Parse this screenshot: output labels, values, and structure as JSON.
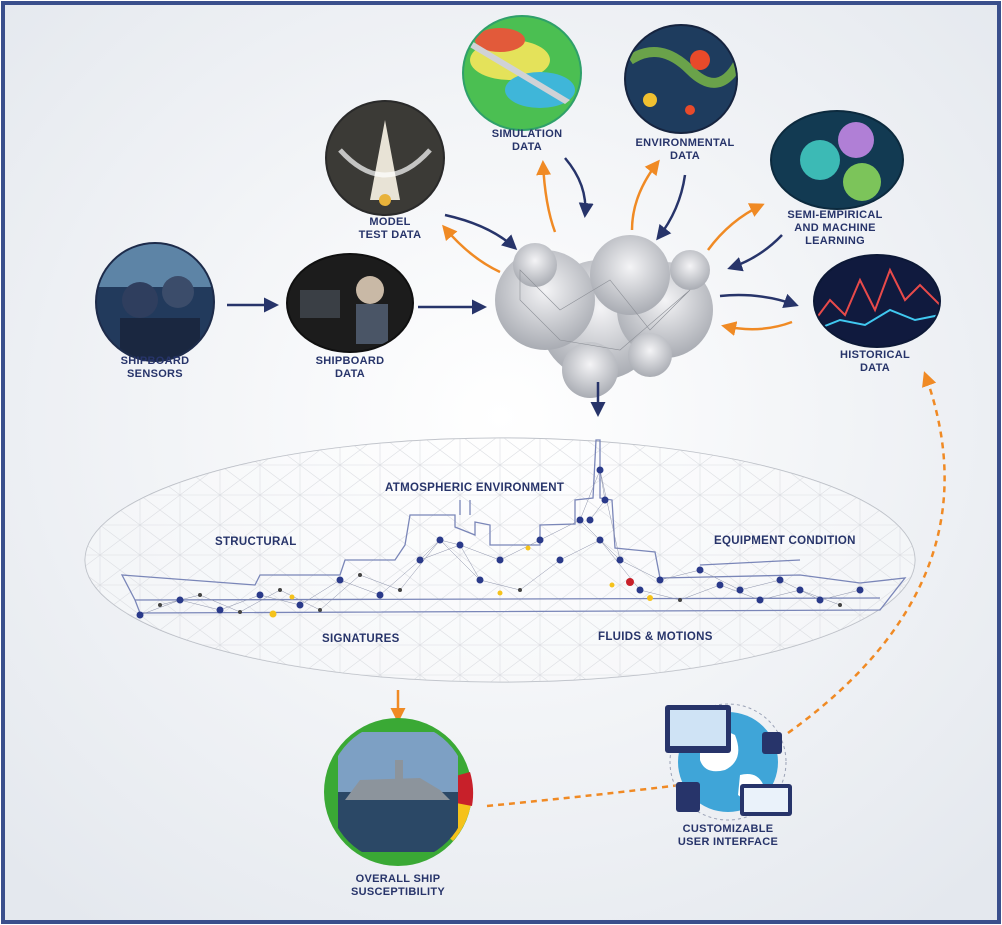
{
  "sources": {
    "shipboard_sensors": [
      "SHIPBOARD",
      "SENSORS"
    ],
    "shipboard_data": [
      "SHIPBOARD",
      "DATA"
    ],
    "model_test_data": [
      "MODEL",
      "TEST DATA"
    ],
    "simulation_data": [
      "SIMULATION",
      "DATA"
    ],
    "environmental_data": [
      "ENVIRONMENTAL",
      "DATA"
    ],
    "semi_empirical": [
      "SEMI-EMPIRICAL",
      "AND MACHINE",
      "LEARNING"
    ],
    "historical_data": [
      "HISTORICAL",
      "DATA"
    ]
  },
  "twin_zones": {
    "atmospheric": "ATMOSPHERIC ENVIRONMENT",
    "structural": "STRUCTURAL",
    "equipment": "EQUIPMENT CONDITION",
    "signatures": "SIGNATURES",
    "fluids": "FLUIDS & MOTIONS"
  },
  "outputs": {
    "susceptibility": [
      "OVERALL SHIP",
      "SUSCEPTIBILITY"
    ],
    "interface": [
      "CUSTOMIZABLE",
      "USER INTERFACE"
    ]
  },
  "colors": {
    "frame": "#3a4f8c",
    "navy": "#27346a",
    "orange": "#f08a24",
    "green": "#3aa935",
    "red": "#c8202a",
    "yellow": "#f5c21b"
  }
}
